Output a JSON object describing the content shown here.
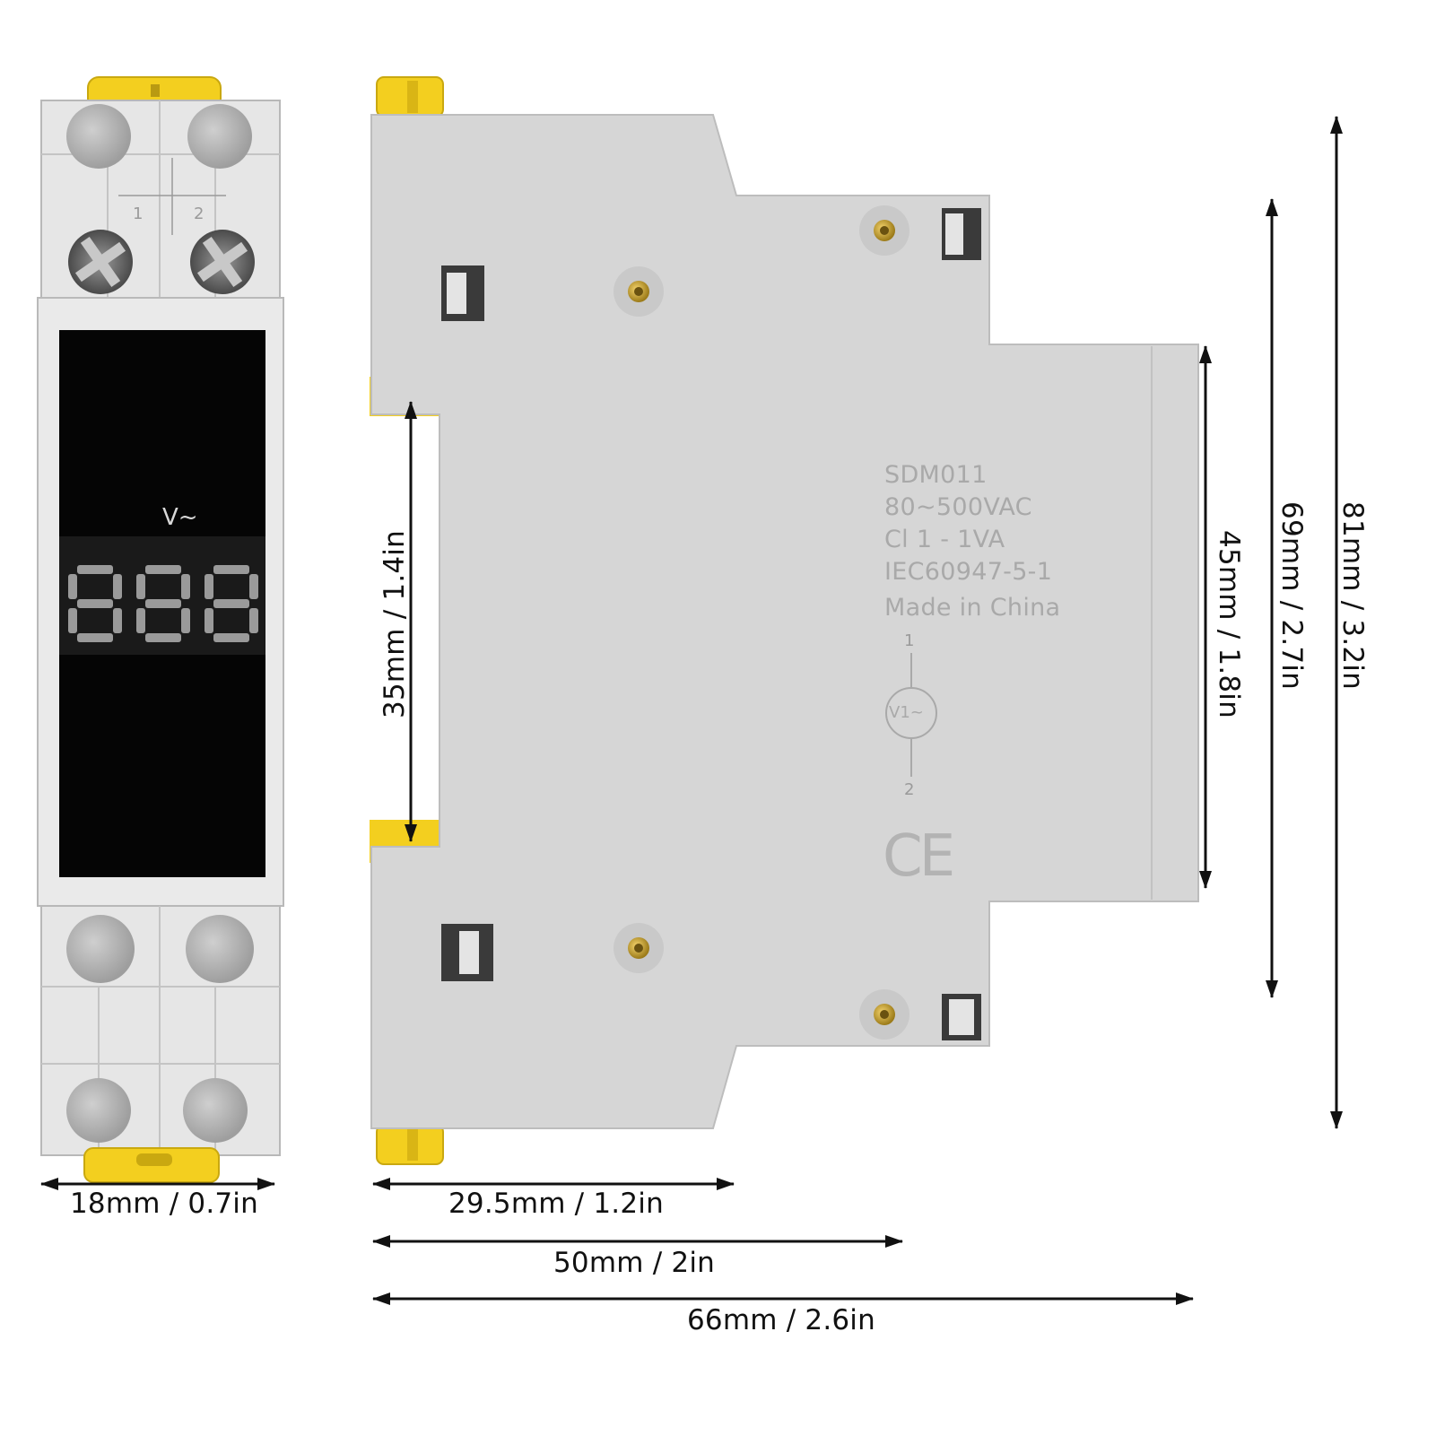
{
  "front_view": {
    "display_unit": "V~",
    "display_digits": "888",
    "terminal_top_labels": [
      "1",
      "2"
    ]
  },
  "side_label": {
    "lines": [
      "SDM011",
      "80~500VAC",
      "Cl 1 - 1VA",
      "IEC60947-5-1",
      "Made in China"
    ],
    "symbol_top": "1",
    "symbol_text": "V1~",
    "symbol_bottom": "2",
    "mark": "CE"
  },
  "dimensions": {
    "width_front": "18mm / 0.7in",
    "depth_top": "29.5mm / 1.2in",
    "depth_middle": "50mm / 2in",
    "depth_total": "66mm / 2.6in",
    "rail_height": "35mm / 1.4in",
    "front_height": "45mm / 1.8in",
    "body_height": "69mm / 2.7in",
    "total_height": "81mm / 3.2in"
  },
  "colors": {
    "housing": "#d6d6d6",
    "front_housing": "#e4e4e4",
    "clip": "#f3cf1f",
    "display": "#050505",
    "arrow": "#111111"
  }
}
